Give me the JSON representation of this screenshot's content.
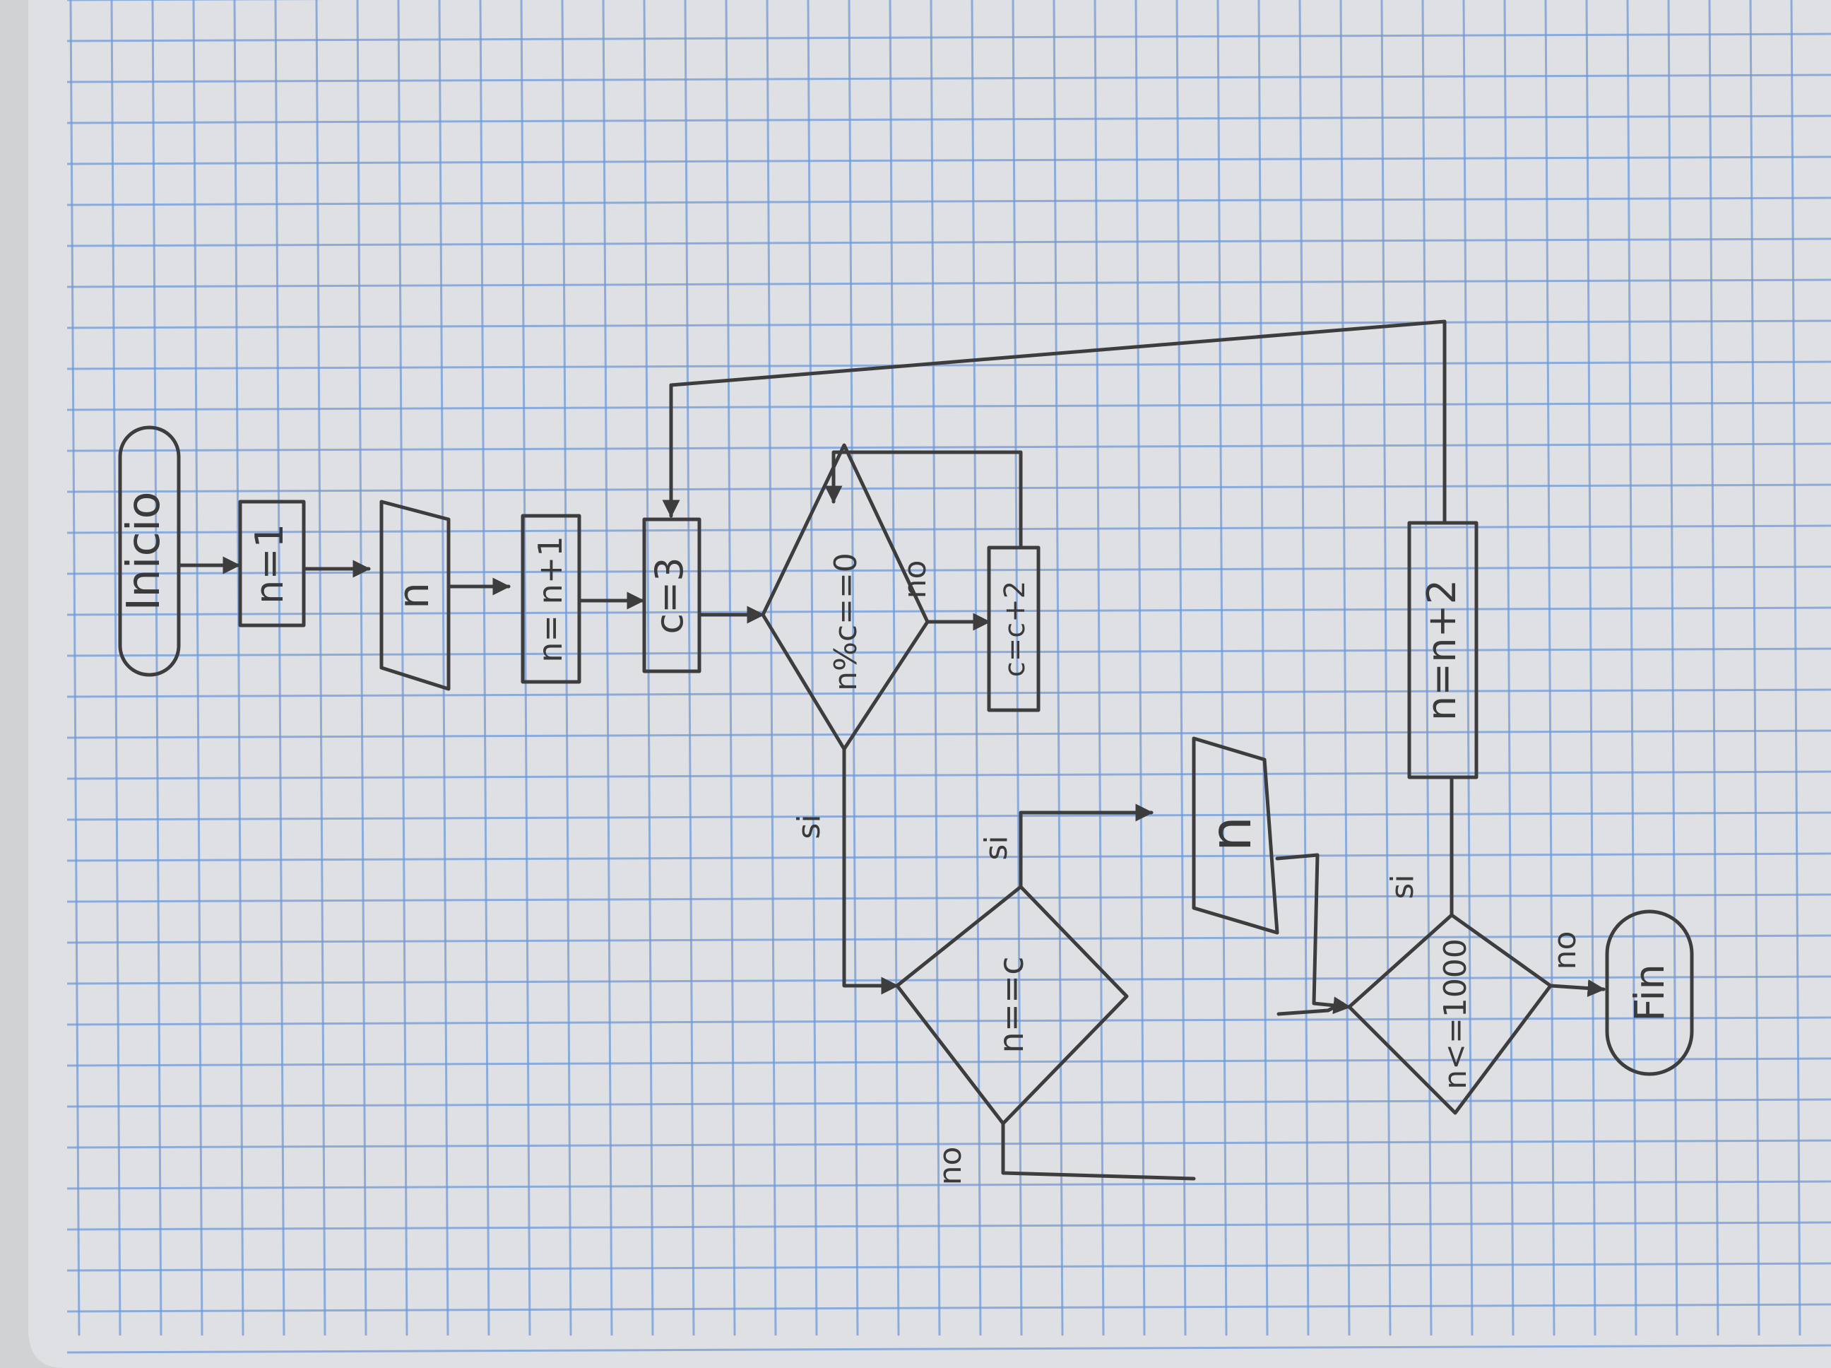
{
  "paper": {
    "background": "#dcdde0",
    "grid_color": "#6f9ad8",
    "ink_color": "#3d3d3d"
  },
  "flowchart": {
    "start": "Inicio",
    "assign_n": "n=1",
    "input_n": "n",
    "increment_n": "n= n+1",
    "assign_c": "c=3",
    "decision_mod": "n%c==0",
    "increment_c": "c=c+2",
    "decision_equal": "n==c",
    "output_n": "n",
    "decision_limit": "n<=1000",
    "step_n": "n=n+2",
    "end": "Fin",
    "branch_labels": {
      "mod_no": "no",
      "mod_yes": "si",
      "equal_yes": "si",
      "equal_no": "no",
      "limit_yes": "si",
      "limit_no": "no"
    }
  }
}
